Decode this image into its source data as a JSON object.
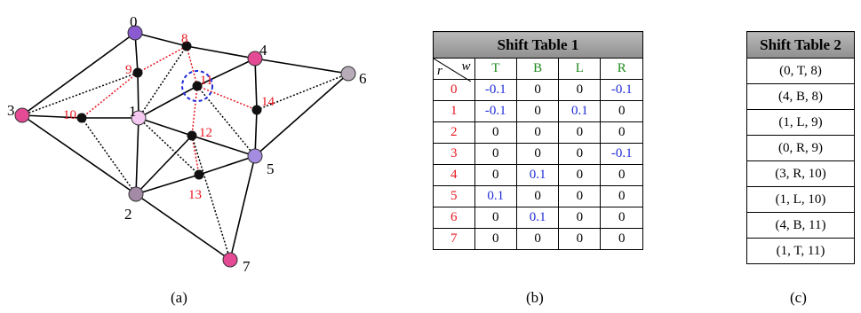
{
  "graph": {
    "nodes": [
      {
        "id": "0",
        "label": "0",
        "kind": "vertex",
        "color": "#8a5ad0"
      },
      {
        "id": "1",
        "label": "1",
        "kind": "vertex",
        "color": "#f4c8f0"
      },
      {
        "id": "2",
        "label": "2",
        "kind": "vertex",
        "color": "#a58aa8"
      },
      {
        "id": "3",
        "label": "3",
        "kind": "vertex",
        "color": "#e54a94"
      },
      {
        "id": "4",
        "label": "4",
        "kind": "vertex",
        "color": "#e54a94"
      },
      {
        "id": "5",
        "label": "5",
        "kind": "vertex",
        "color": "#a48ce0"
      },
      {
        "id": "6",
        "label": "6",
        "kind": "vertex",
        "color": "#b7aab9"
      },
      {
        "id": "7",
        "label": "7",
        "kind": "vertex",
        "color": "#e54a94"
      },
      {
        "id": "8",
        "label": "8",
        "kind": "shift"
      },
      {
        "id": "9",
        "label": "9",
        "kind": "shift"
      },
      {
        "id": "10",
        "label": "10",
        "kind": "shift"
      },
      {
        "id": "11",
        "label": "11",
        "kind": "shift",
        "highlighted": true
      },
      {
        "id": "12",
        "label": "12",
        "kind": "shift"
      },
      {
        "id": "13",
        "label": "13",
        "kind": "shift"
      },
      {
        "id": "14",
        "label": "14",
        "kind": "shift"
      }
    ],
    "edges": [
      {
        "from": "0",
        "to": "8",
        "style": "solid"
      },
      {
        "from": "8",
        "to": "4",
        "style": "solid"
      },
      {
        "from": "0",
        "to": "9",
        "style": "solid"
      },
      {
        "from": "9",
        "to": "1",
        "style": "solid"
      },
      {
        "from": "0",
        "to": "3",
        "style": "solid"
      },
      {
        "from": "3",
        "to": "10",
        "style": "solid"
      },
      {
        "from": "10",
        "to": "1",
        "style": "solid"
      },
      {
        "from": "3",
        "to": "2",
        "style": "solid"
      },
      {
        "from": "1",
        "to": "2",
        "style": "solid"
      },
      {
        "from": "1",
        "to": "11",
        "style": "solid"
      },
      {
        "from": "11",
        "to": "4",
        "style": "solid"
      },
      {
        "from": "1",
        "to": "12",
        "style": "solid"
      },
      {
        "from": "12",
        "to": "5",
        "style": "solid"
      },
      {
        "from": "2",
        "to": "12",
        "style": "solid"
      },
      {
        "from": "2",
        "to": "13",
        "style": "solid"
      },
      {
        "from": "13",
        "to": "5",
        "style": "solid"
      },
      {
        "from": "2",
        "to": "7",
        "style": "solid"
      },
      {
        "from": "5",
        "to": "7",
        "style": "solid"
      },
      {
        "from": "4",
        "to": "14",
        "style": "solid"
      },
      {
        "from": "14",
        "to": "5",
        "style": "solid"
      },
      {
        "from": "4",
        "to": "6",
        "style": "solid"
      },
      {
        "from": "6",
        "to": "5",
        "style": "solid"
      },
      {
        "from": "9",
        "to": "8",
        "style": "red-dotted"
      },
      {
        "from": "9",
        "to": "10",
        "style": "red-dotted"
      },
      {
        "from": "8",
        "to": "11",
        "style": "red-dotted"
      },
      {
        "from": "11",
        "to": "12",
        "style": "red-dotted"
      },
      {
        "from": "11",
        "to": "14",
        "style": "red-dotted"
      },
      {
        "from": "12",
        "to": "13",
        "style": "red-dotted"
      },
      {
        "from": "3",
        "to": "9",
        "style": "black-dotted"
      },
      {
        "from": "10",
        "to": "2",
        "style": "black-dotted"
      },
      {
        "from": "1",
        "to": "8",
        "style": "black-dotted"
      },
      {
        "from": "11",
        "to": "5",
        "style": "black-dotted"
      },
      {
        "from": "14",
        "to": "6",
        "style": "black-dotted"
      },
      {
        "from": "12",
        "to": "7",
        "style": "black-dotted"
      },
      {
        "from": "1",
        "to": "13",
        "style": "black-dotted"
      }
    ]
  },
  "table1": {
    "title": "Shift Table 1",
    "col_var": "w",
    "row_var": "r",
    "columns": [
      "T",
      "B",
      "L",
      "R"
    ],
    "rows": [
      {
        "r": "0",
        "values": [
          "-0.1",
          "0",
          "0",
          "-0.1"
        ]
      },
      {
        "r": "1",
        "values": [
          "-0.1",
          "0",
          "0.1",
          "0"
        ]
      },
      {
        "r": "2",
        "values": [
          "0",
          "0",
          "0",
          "0"
        ]
      },
      {
        "r": "3",
        "values": [
          "0",
          "0",
          "0",
          "-0.1"
        ]
      },
      {
        "r": "4",
        "values": [
          "0",
          "0.1",
          "0",
          "0"
        ]
      },
      {
        "r": "5",
        "values": [
          "0.1",
          "0",
          "0",
          "0"
        ]
      },
      {
        "r": "6",
        "values": [
          "0",
          "0.1",
          "0",
          "0"
        ]
      },
      {
        "r": "7",
        "values": [
          "0",
          "0",
          "0",
          "0"
        ]
      }
    ]
  },
  "table2": {
    "title": "Shift Table 2",
    "entries": [
      "(0, T, 8)",
      "(4, B, 8)",
      "(1, L, 9)",
      "(0, R, 9)",
      "(3, R, 10)",
      "(1, L, 10)",
      "(4, B, 11)",
      "(1, T, 11)"
    ]
  },
  "captions": {
    "a": "(a)",
    "b": "(b)",
    "c": "(c)"
  },
  "colors": {
    "red": "#e8141e",
    "blue": "#1f2cd8",
    "green": "#1e8a1e",
    "highlight": "#1f2cd8"
  }
}
